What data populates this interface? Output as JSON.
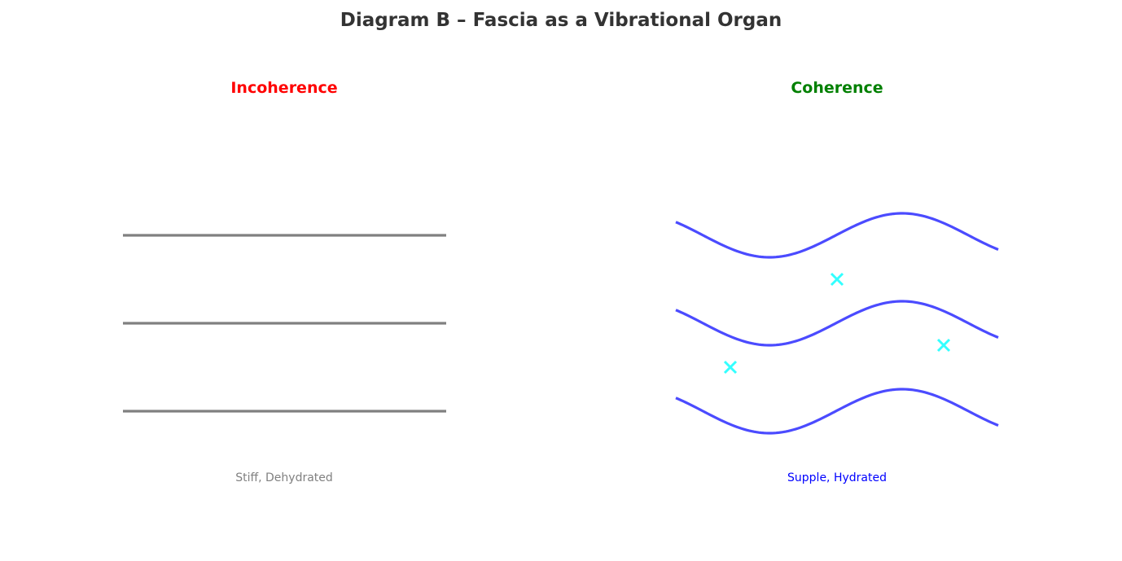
{
  "title": "Diagram B – Fascia as a Vibrational Organ",
  "left_panel": {
    "heading": "Incoherence",
    "heading_color": "#ff0000",
    "caption": "Stiff, Dehydrated",
    "caption_color": "#808080",
    "line_color": "#808080",
    "line_count": 3
  },
  "right_panel": {
    "heading": "Coherence",
    "heading_color": "#008000",
    "caption": "Supple, Hydrated",
    "caption_color": "#0000ff",
    "wave_color": "#4b4bff",
    "wave_count": 3,
    "marker_color": "#33ffff",
    "marker_count": 3
  }
}
